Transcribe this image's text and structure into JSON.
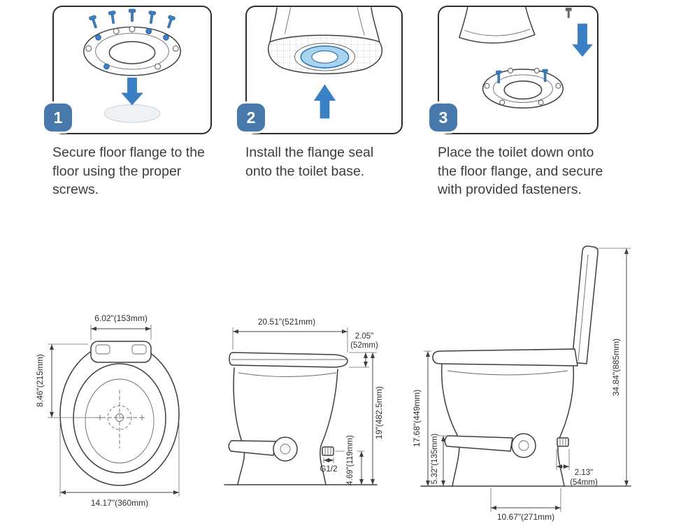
{
  "colors": {
    "accent_blue": "#3b7fc4",
    "badge_blue": "#4779aa",
    "seal_blue": "#a9d4f0",
    "outline": "#3e3e3e",
    "caption_text": "#3d3d3d"
  },
  "steps": [
    {
      "number": "1",
      "caption": "Secure floor flange to the floor using the proper screws.",
      "illustration": "floor-flange-with-screws"
    },
    {
      "number": "2",
      "caption": "Install the flange seal onto the toilet base.",
      "illustration": "flange-seal-on-toilet-base"
    },
    {
      "number": "3",
      "caption": "Place the toilet down onto the floor flange, and secure with provided fasteners.",
      "illustration": "toilet-lowered-onto-flange"
    }
  ],
  "diagrams": {
    "top_view": {
      "dim_hinge_width": "6.02\"(153mm)",
      "dim_depth_to_center": "8.46\"(215mm)",
      "dim_overall_width": "14.17\"(360mm)"
    },
    "side_view": {
      "dim_depth": "20.51\"(521mm)",
      "dim_seat_thickness_line1": "2.05\"",
      "dim_seat_thickness_line2": "(52mm)",
      "dim_height": "19\"(482.5mm)",
      "dim_inlet_height": "4.69\"(119mm)",
      "inlet_thread": "G1/2"
    },
    "side_view_open": {
      "dim_height_lid_open": "34.84\"(885mm)",
      "dim_seat_height": "17.68\"(449mm)",
      "dim_pedal_height": "5.32\"(135mm)",
      "dim_inlet_offset_line1": "2.13\"",
      "dim_inlet_offset_line2": "(54mm)",
      "dim_base_depth": "10.67\"(271mm)"
    }
  }
}
